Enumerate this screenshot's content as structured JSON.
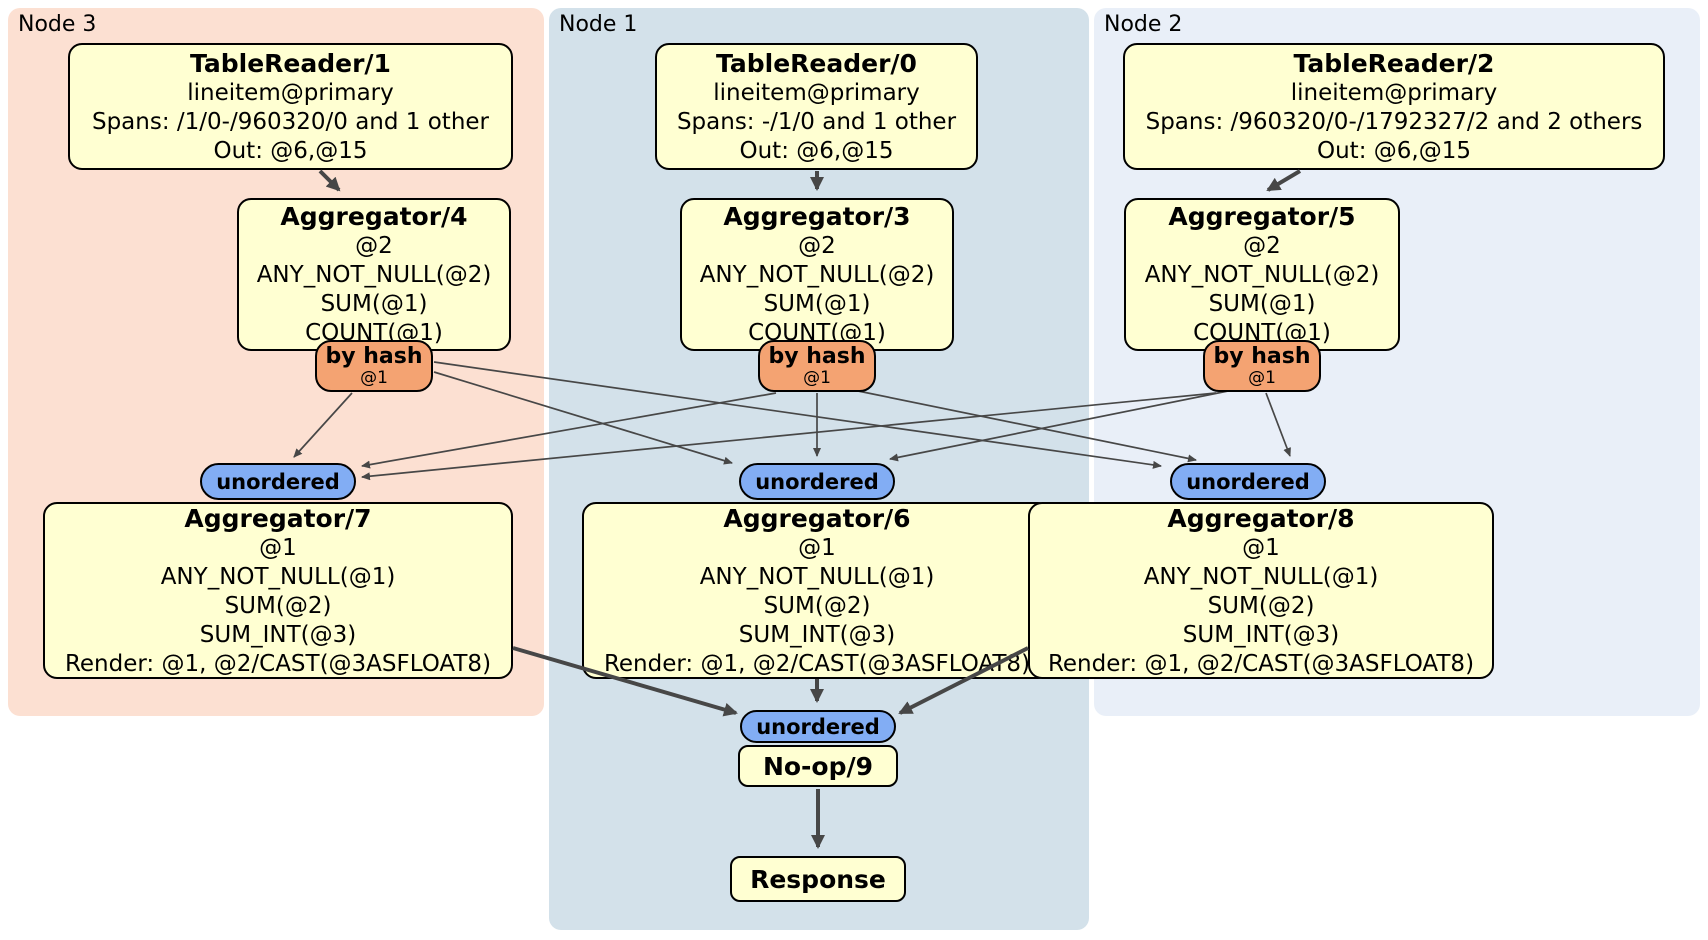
{
  "regions": [
    {
      "label": "Node 3"
    },
    {
      "label": "Node 1"
    },
    {
      "label": "Node 2"
    }
  ],
  "boxes": {
    "tr1": {
      "title": "TableReader/1",
      "lines": [
        "lineitem@primary",
        "Spans: /1/0-/960320/0 and 1 other",
        "Out: @6,@15"
      ]
    },
    "tr0": {
      "title": "TableReader/0",
      "lines": [
        "lineitem@primary",
        "Spans: -/1/0 and 1 other",
        "Out: @6,@15"
      ]
    },
    "tr2": {
      "title": "TableReader/2",
      "lines": [
        "lineitem@primary",
        "Spans: /960320/0-/1792327/2 and 2 others",
        "Out: @6,@15"
      ]
    },
    "ag4": {
      "title": "Aggregator/4",
      "lines": [
        "@2",
        "ANY_NOT_NULL(@2)",
        "SUM(@1)",
        "COUNT(@1)"
      ]
    },
    "ag3": {
      "title": "Aggregator/3",
      "lines": [
        "@2",
        "ANY_NOT_NULL(@2)",
        "SUM(@1)",
        "COUNT(@1)"
      ]
    },
    "ag5": {
      "title": "Aggregator/5",
      "lines": [
        "@2",
        "ANY_NOT_NULL(@2)",
        "SUM(@1)",
        "COUNT(@1)"
      ]
    },
    "ag7": {
      "title": "Aggregator/7",
      "lines": [
        "@1",
        "ANY_NOT_NULL(@1)",
        "SUM(@2)",
        "SUM_INT(@3)",
        "Render: @1, @2/CAST(@3ASFLOAT8)"
      ]
    },
    "ag6": {
      "title": "Aggregator/6",
      "lines": [
        "@1",
        "ANY_NOT_NULL(@1)",
        "SUM(@2)",
        "SUM_INT(@3)",
        "Render: @1, @2/CAST(@3ASFLOAT8)"
      ]
    },
    "ag8": {
      "title": "Aggregator/8",
      "lines": [
        "@1",
        "ANY_NOT_NULL(@1)",
        "SUM(@2)",
        "SUM_INT(@3)",
        "Render: @1, @2/CAST(@3ASFLOAT8)"
      ]
    },
    "noop": {
      "title": "No-op/9"
    },
    "response": {
      "title": "Response"
    }
  },
  "badges": {
    "by_hash_label": "by hash",
    "by_hash_sub": "@1",
    "unordered_label": "unordered"
  },
  "colors": {
    "node3_bg": "#fce0d2",
    "node1_bg": "#d3e1ea",
    "node2_bg": "#e9eff8",
    "node_box_fill": "#ffffd2",
    "by_hash_fill": "#f4a372",
    "unordered_fill": "#82adf4",
    "edge": "#474747",
    "border": "#000000"
  }
}
